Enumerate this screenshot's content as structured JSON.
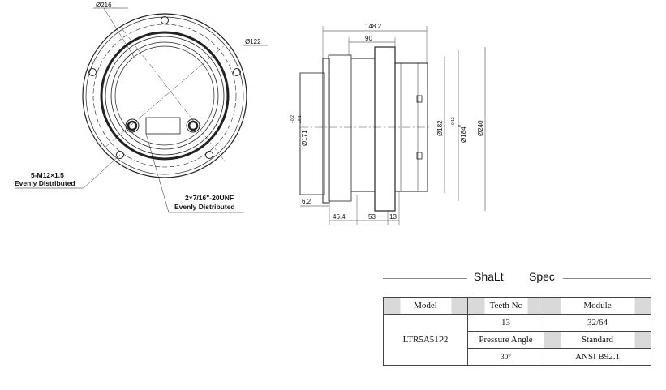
{
  "drawing": {
    "front_view": {
      "dia_outer": "Ø216",
      "dia_inner": "Ø122",
      "bolt_note_line1": "5-M12×1.5",
      "bolt_note_line2": "Evenly Distributed",
      "port_note_line1": "2×7/16\"-20UNF",
      "port_note_line2": "Evenly Distributed"
    },
    "side_view": {
      "overall_length": "148.2",
      "length_90": "90",
      "dia_171": "Ø171",
      "tol_171_top": "+0.2",
      "tol_171_mid": "±0.1",
      "dia_182": "Ø182",
      "dia_184": "Ø184",
      "tol_184_top": "+0.12",
      "tol_184_bot": "0",
      "dia_240": "Ø240",
      "dim_6_2": "6.2",
      "dim_46_4": "46.4",
      "dim_53": "53",
      "dim_13": "13"
    }
  },
  "spec": {
    "title_left": "ShaLt",
    "title_right": "Spec",
    "headers": {
      "model": "Model",
      "teeth": "Teeth Nc",
      "module": "Module"
    },
    "model_value": "LTR5A51P2",
    "teeth_value": "13",
    "module_value": "32/64",
    "pressure_angle_label": "Pressure Angle",
    "standard_label": "Standard",
    "pressure_angle_value": "30°",
    "standard_value": "ANSI B92.1"
  }
}
